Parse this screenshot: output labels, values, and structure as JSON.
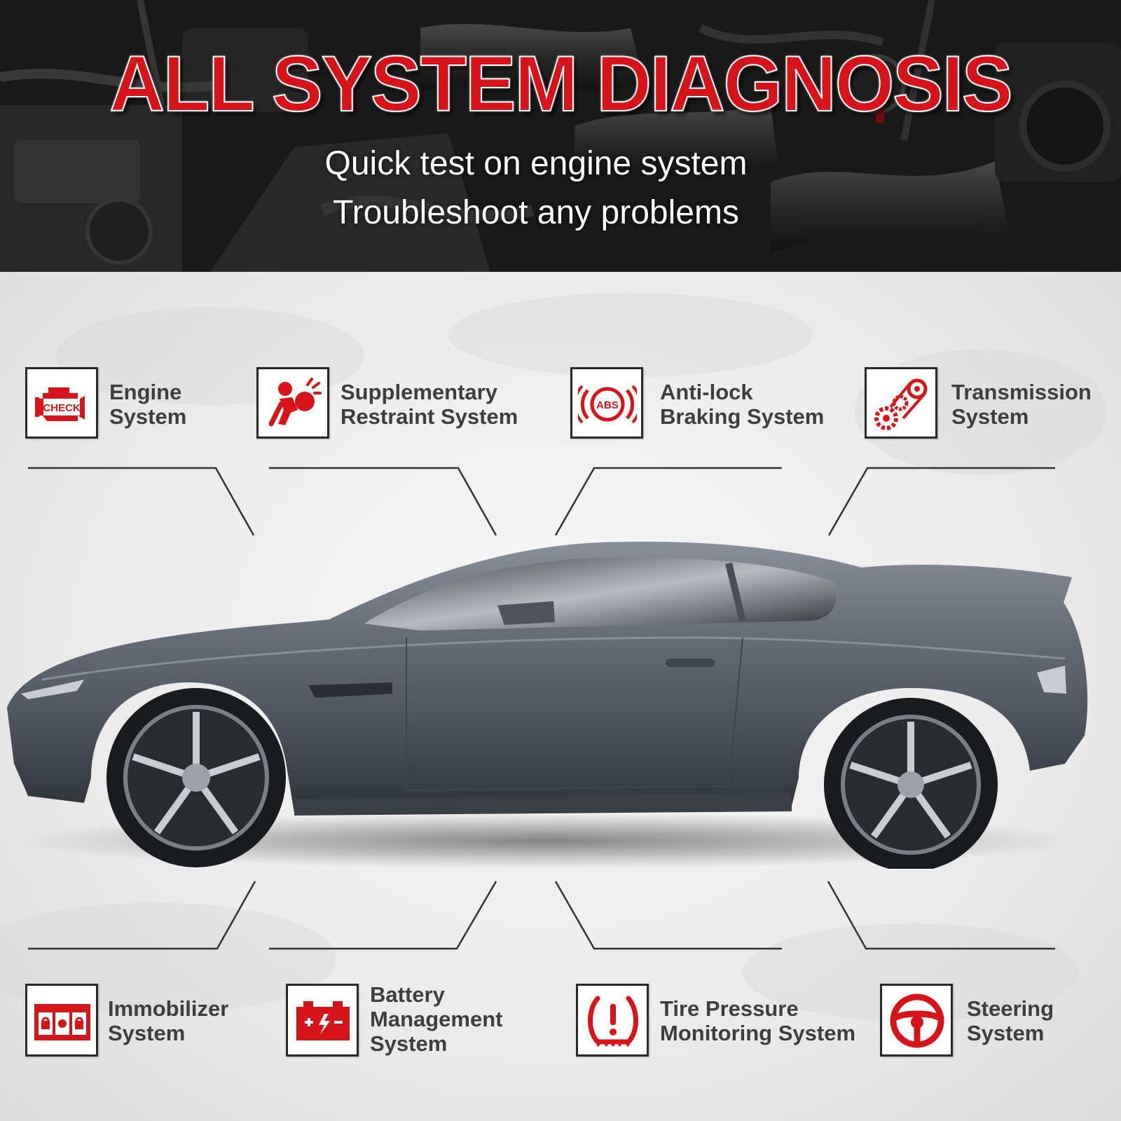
{
  "header": {
    "title": "ALL SYSTEM DIAGNOSIS",
    "subtitle_line1": "Quick test on engine system",
    "subtitle_line2": "Troubleshoot any problems"
  },
  "systems_top": [
    {
      "line1": "Engine",
      "line2": "System",
      "icon": "check-engine-icon",
      "icon_text": "CHECK"
    },
    {
      "line1": "Supplementary",
      "line2": "Restraint System",
      "icon": "airbag-icon"
    },
    {
      "line1": "Anti-lock",
      "line2": "Braking System",
      "icon": "abs-icon",
      "icon_text": "ABS"
    },
    {
      "line1": "Transmission",
      "line2": "System",
      "icon": "transmission-gears-icon"
    }
  ],
  "systems_bottom": [
    {
      "line1": "Immobilizer",
      "line2": "System",
      "icon": "immobilizer-lock-icon"
    },
    {
      "line1": "Battery",
      "line2": "Management",
      "line3": "System",
      "icon": "battery-icon"
    },
    {
      "line1": "Tire Pressure",
      "line2": "Monitoring System",
      "icon": "tire-pressure-icon"
    },
    {
      "line1": "Steering",
      "line2": "System",
      "icon": "steering-wheel-icon"
    }
  ],
  "colors": {
    "accent_red": "#d8141b",
    "label_gray": "#3e3e3e",
    "car_body": "#5f6570"
  }
}
